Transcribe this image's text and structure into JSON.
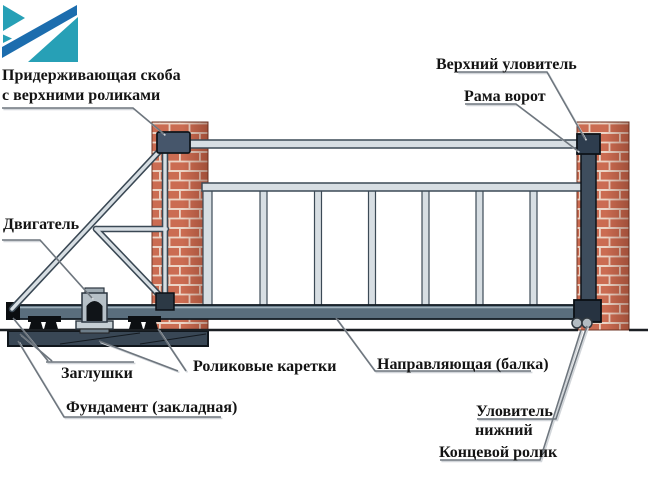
{
  "labels": {
    "bracket_line1": "Придерживающая скоба",
    "bracket_line2": "с верхними роликами",
    "upper_catcher": "Верхний уловитель",
    "gate_frame": "Рама ворот",
    "motor": "Двигатель",
    "end_caps": "Заглушки",
    "roller_carriages": "Роликовые каретки",
    "guide_beam": "Направляющая (балка)",
    "lower_catcher_line1": "Уловитель",
    "lower_catcher_line2": "нижний",
    "end_roller": "Концевой ролик",
    "foundation": "Фундамент (закладная)"
  },
  "colors": {
    "logo_dark_blue": "#1c6dae",
    "logo_teal": "#27a0b6",
    "brick": "#cb6c52",
    "mortar": "#ecd4c6",
    "steel_light": "#d7dee3",
    "steel_dark": "#3a4854",
    "beam": "#5a6e7d",
    "hardware_dark": "#33414f"
  }
}
